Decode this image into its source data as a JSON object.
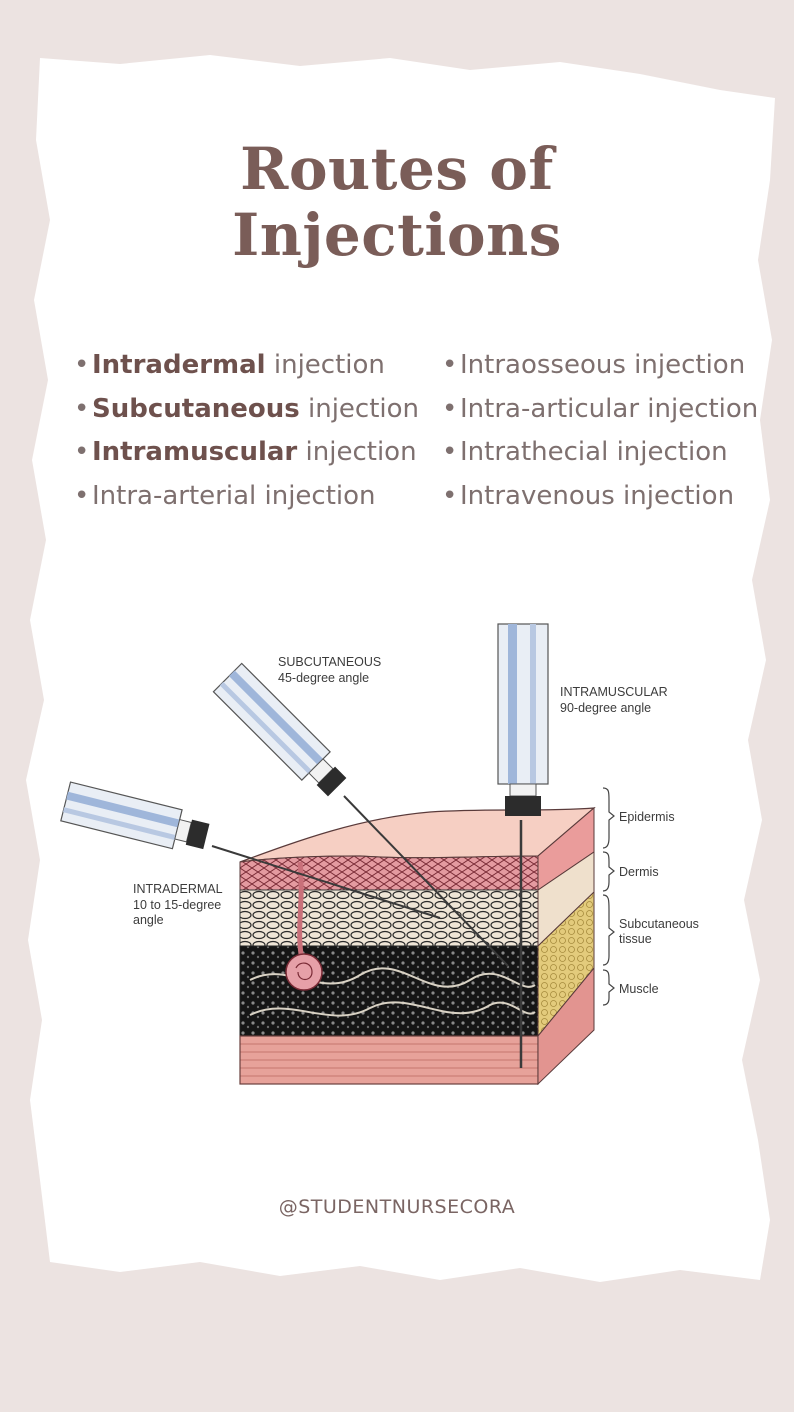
{
  "title": {
    "line1": "Routes of",
    "line2": "Injections"
  },
  "left_list": [
    {
      "bold": "Intradermal",
      "rest": " injection"
    },
    {
      "bold": "Subcutaneous",
      "rest": " injection"
    },
    {
      "bold": "Intramuscular",
      "rest": " injection"
    },
    {
      "bold": "",
      "rest": "Intra-arterial injection"
    }
  ],
  "right_list": [
    {
      "rest": "Intraosseous injection"
    },
    {
      "rest": "Intra-articular injection"
    },
    {
      "rest": "Intrathecial injection"
    },
    {
      "rest": "Intravenous injection"
    }
  ],
  "diagram": {
    "subcutaneous": {
      "name": "SUBCUTANEOUS",
      "angle": "45-degree angle"
    },
    "intramuscular": {
      "name": "INTRAMUSCULAR",
      "angle": "90-degree angle"
    },
    "intradermal": {
      "name": "INTRADERMAL",
      "angle1": "10 to 15-degree",
      "angle2": "angle"
    },
    "layers": {
      "epidermis": "Epidermis",
      "dermis": "Dermis",
      "subq1": "Subcutaneous",
      "subq2": "tissue",
      "muscle": "Muscle"
    }
  },
  "handle": "@STUDENTNURSECORA",
  "colors": {
    "title": "#7a5d58",
    "text": "#7e706f",
    "paper": "#ffffff",
    "background": "#ece3e1"
  }
}
